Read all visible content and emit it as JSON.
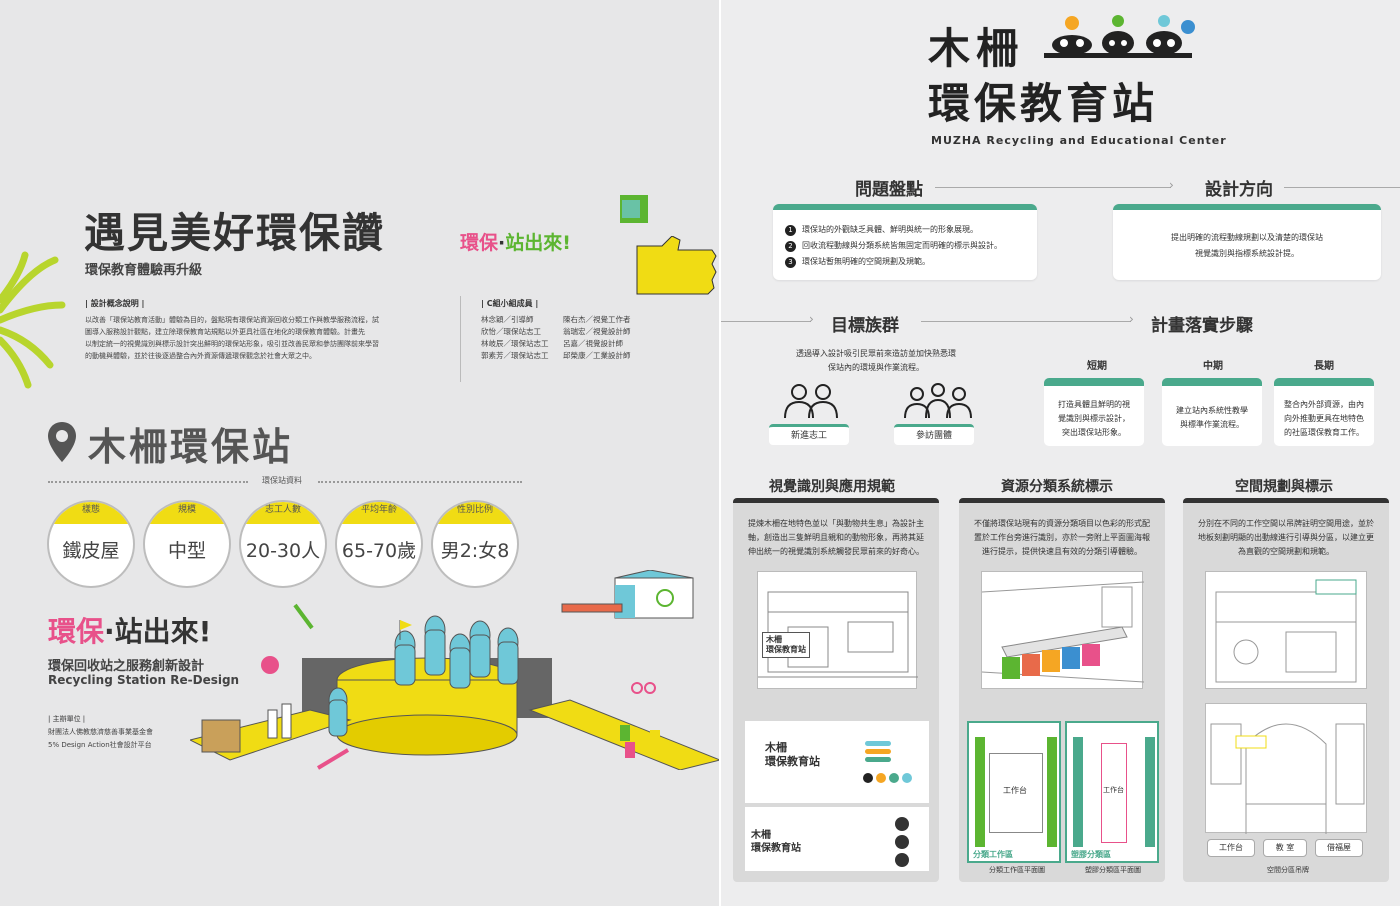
{
  "left": {
    "headline": "遇見美好環保讚",
    "slogan_pink": "環保",
    "slogan_dot": "·",
    "slogan_green": "站出來!",
    "subtitle": "環保教育體驗再升級",
    "concept_heading": "| 設計概念說明 |",
    "concept_text": [
      "以改善「環保站教育活動」體驗為目的，盤點現有環保站資源回收分類工作與教學服務流程，試",
      "圖導入服務設計觀點，建立除環保教育站規點以外更具社區在地化的環保教育體驗。計畫先",
      "以制定統一的視覺識別與標示設計突出鮮明的環保站形象，吸引並改善民眾和參訪團隊前來學習",
      "的動機與體驗，並於往後逐過整合內外資源傳遞環保觀念於社會大眾之中。"
    ],
    "team_heading": "| C組小組成員 |",
    "team": [
      [
        "林念穎／引導師",
        "陳右杰／視覺工作者"
      ],
      [
        "欣怡／環保站志工",
        "翁瑞宏／視覺設計師"
      ],
      [
        "林岐辰／環保站志工",
        "呂嘉／視覺設計師"
      ],
      [
        "郭素芳／環保站志工",
        "邱榮康／工業設計師"
      ]
    ],
    "station_title": "木柵環保站",
    "station_data_label": "環保站資料",
    "stats": [
      {
        "cap": "樣態",
        "val": "鐵皮屋"
      },
      {
        "cap": "規模",
        "val": "中型"
      },
      {
        "cap": "志工人數",
        "val": "20-30人"
      },
      {
        "cap": "平均年齡",
        "val": "65-70歲"
      },
      {
        "cap": "性別比例",
        "val": "男2:女8"
      }
    ],
    "bottom_slogan_pink": "環保",
    "bottom_slogan_dot": "·",
    "bottom_slogan_dark": "站出來!",
    "project_title": "環保回收站之服務創新設計",
    "project_en": "Recycling Station Re-Design",
    "sponsor_heading": "| 主辦單位 |",
    "sponsor_1": "財團法人佛教慈濟慈善事業基金會",
    "sponsor_2": "5% Design Action社會設計平台"
  },
  "right": {
    "logo_line1": "木柵",
    "logo_line2": "環保教育站",
    "logo_en": "MUZHA Recycling and Educational Center",
    "problems_title": "問題盤點",
    "problems": [
      "環保站的外觀缺乏具體、鮮明與統一的形象展現。",
      "回收流程動線與分類系統皆無固定而明確的標示與設計。",
      "環保站暫無明確的空間規劃及規範。"
    ],
    "direction_title": "設計方向",
    "direction_text": [
      "提出明確的流程動線規劃以及清楚的環保站",
      "視覺識別與指標系統設計提。"
    ],
    "target_title": "目標族群",
    "target_text": [
      "透過導入設計吸引民眾前來造訪並加快熟悉環",
      "保站內的環境與作業流程。"
    ],
    "target_groups": [
      "新進志工",
      "參訪團體"
    ],
    "steps_title": "計畫落實步驟",
    "steps": [
      {
        "label": "短期",
        "text": [
          "打造具體且鮮明的視",
          "覺識別與標示設計，",
          "突出環保站形象。"
        ]
      },
      {
        "label": "中期",
        "text": [
          "建立站內系統性教學",
          "與標準作業流程。"
        ]
      },
      {
        "label": "長期",
        "text": [
          "整合內外部資源，由內",
          "向外推動更具在地特色",
          "的社區環保教育工作。"
        ]
      }
    ],
    "panels": [
      {
        "title": "視覺識別與應用規範",
        "text": [
          "提煉木柵在地特色並以「與動物共生息」為設計主",
          "軸，創造出三隻鮮明且親和的動物形象，再將其延",
          "伸出統一的視覺識別系統觸發民眾前來的好奇心。"
        ]
      },
      {
        "title": "資源分類系統標示",
        "text": [
          "不僅將環保站現有的資源分類項目以色彩的形式配",
          "置於工作台旁進行識別，亦於一旁附上平面圖海報",
          "進行提示，提供快速且有效的分類引導體驗。"
        ]
      },
      {
        "title": "空間規劃與標示",
        "text": [
          "分別在不同的工作空間以吊牌註明空間用途，並於",
          "地板刻劃明顯的出動線進行引導與分區，以建立更",
          "為直觀的空間規劃和規範。"
        ]
      }
    ],
    "logo_small_1": "木柵",
    "logo_small_2": "環保教育站",
    "plan_caption_1": "分類工作區平面圖",
    "plan_caption_2": "塑膠分類區平面圖",
    "plan_label_1": "分類工作區",
    "plan_label_2": "塑膠分類區",
    "work_label": "工作台",
    "space_tags": [
      "工作台",
      "教 室",
      "借福屋"
    ],
    "space_caption": "空間分區吊牌",
    "colors": {
      "accent": "#4aa98c",
      "yellow": "#f0dc14",
      "pink": "#e8518a",
      "green": "#5cb531",
      "dark": "#333333"
    }
  }
}
